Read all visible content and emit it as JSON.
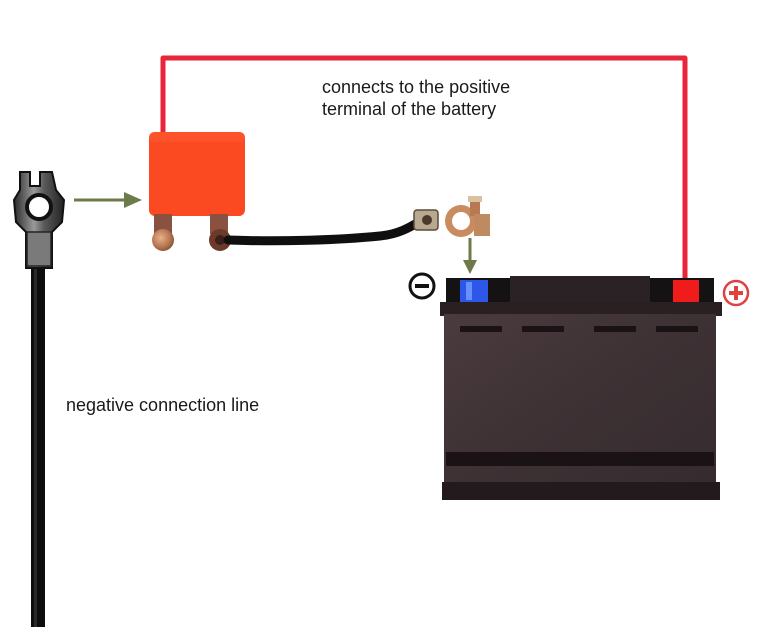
{
  "diagram": {
    "title": "Battery disconnect switch wiring",
    "labels": {
      "positive_note_line1": "connects to the positive",
      "positive_note_line2": "terminal of the battery",
      "negative_note": "negative connection line"
    },
    "polarity": {
      "negative_symbol": "−",
      "positive_symbol": "+"
    },
    "colors": {
      "positive_wire": "#e8263a",
      "switch_body": "#fb4a22",
      "negative_cable": "#0d0d0d",
      "battery_body": "#3e3335",
      "negative_post": "#2d57e8",
      "positive_post": "#f01b1b",
      "arrow": "#6d7a4a",
      "positive_symbol": "#e04040",
      "negative_symbol": "#111111",
      "copper": "#b97a52"
    },
    "components": [
      {
        "id": "negative-cable-clamp",
        "description": "Battery terminal clamp on negative cable"
      },
      {
        "id": "disconnect-switch",
        "description": "Red battery isolator switch with two copper terminals"
      },
      {
        "id": "jumper-cable",
        "description": "Short black cable with copper terminal clamp"
      },
      {
        "id": "battery",
        "description": "12V car battery with blue negative and red positive posts"
      },
      {
        "id": "positive-wire",
        "description": "Red wire from switch to positive terminal"
      }
    ]
  }
}
